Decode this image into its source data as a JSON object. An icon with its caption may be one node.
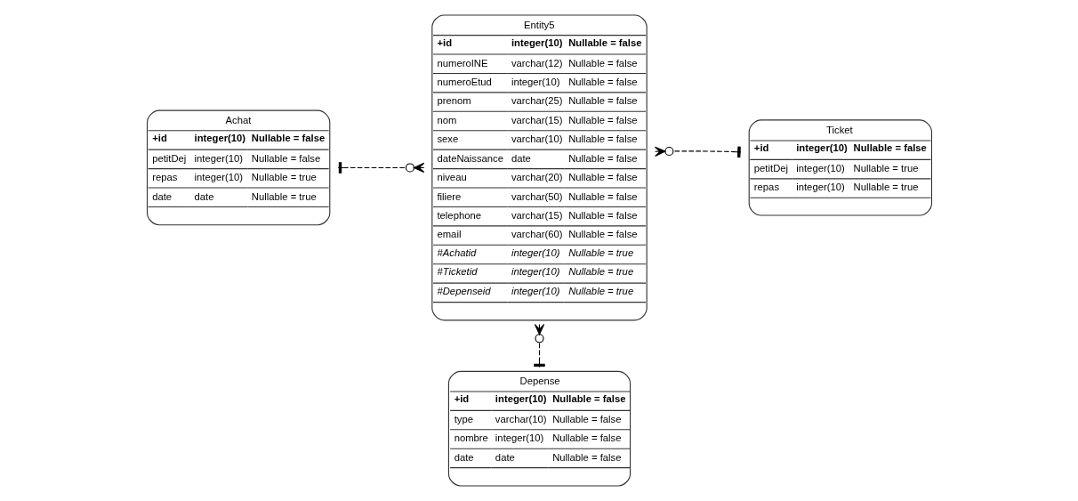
{
  "diagram": {
    "nodes": [
      {
        "text": [
          "Achat",
          "+id",
          "integer(10)",
          "Nullable = false",
          "petitDej",
          "integer(10)",
          "Nullable = false",
          "repas",
          "integer(10)",
          "Nullable = true",
          "date",
          "date",
          "Nullable = true"
        ]
      },
      {
        "text": [
          "Entity5",
          "+id",
          "integer(10)",
          "Nullable = false",
          "numeroINE",
          "varchar(12)",
          "Nullable = false",
          "numeroEtud",
          "integer(10)",
          "Nullable = false",
          "prenom",
          "varchar(25)",
          "Nullable = false",
          "nom",
          "varchar(15)",
          "Nullable = false",
          "sexe",
          "varchar(10)",
          "Nullable = false",
          "dateNaissance",
          "date",
          "Nullable = false",
          "niveau",
          "varchar(20)",
          "Nullable = false",
          "filiere",
          "varchar(50)",
          "Nullable = false",
          "telephone",
          "varchar(15)",
          "Nullable = false",
          "email",
          "varchar(60)",
          "Nullable = false",
          "#Achatid",
          "integer(10)",
          "Nullable = true",
          "#Ticketid",
          "integer(10)",
          "Nullable = true",
          "#Depenseid",
          "integer(10)",
          "Nullable = true"
        ]
      },
      {
        "text": [
          "Ticket",
          "+id",
          "integer(10)",
          "Nullable = false",
          "petitDej",
          "integer(10)",
          "Nullable = true",
          "repas",
          "integer(10)",
          "Nullable = true"
        ]
      },
      {
        "text": [
          "Depense",
          "+id",
          "integer(10)",
          "Nullable = false",
          "type",
          "varchar(10)",
          "Nullable = false",
          "nombre",
          "integer(10)",
          "Nullable = false",
          "date",
          "date",
          "Nullable = false"
        ]
      }
    ],
    "edges": [
      {
        "from": 0,
        "to": 1,
        "arrow": "other",
        "style": "dashed"
      },
      {
        "from": 2,
        "to": 1,
        "arrow": "other",
        "style": "dashed"
      },
      {
        "from": 3,
        "to": 1,
        "arrow": "other",
        "style": "dashed"
      }
    ]
  }
}
